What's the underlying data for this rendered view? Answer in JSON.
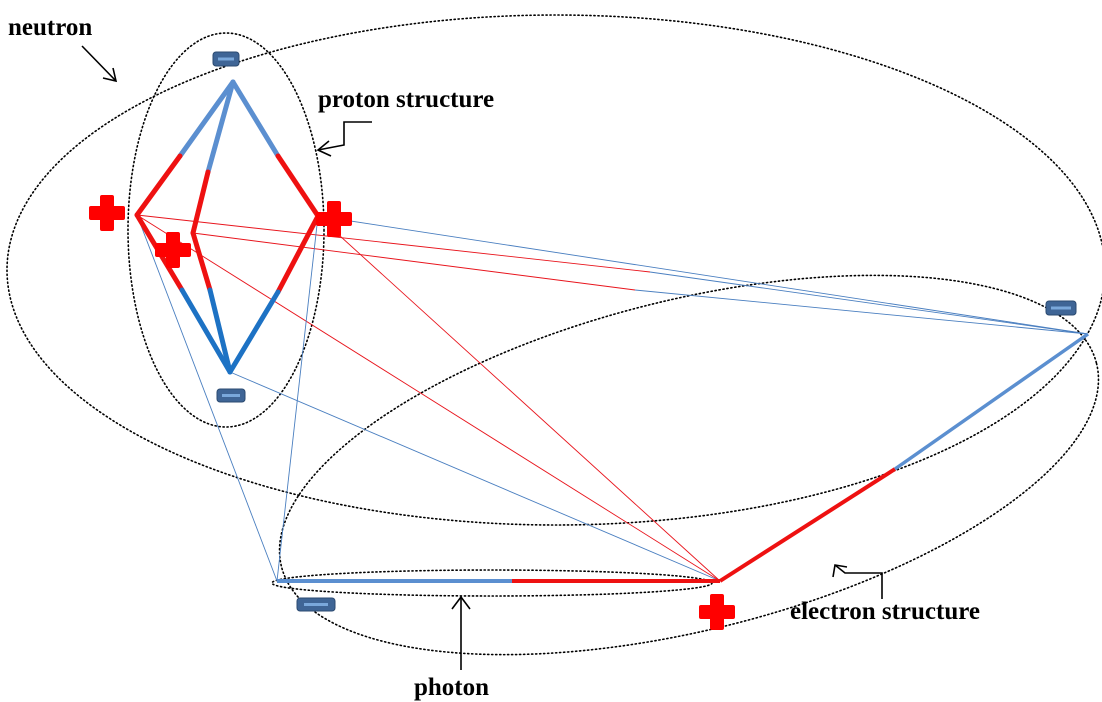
{
  "labels": {
    "neutron": "neutron",
    "proton_structure": "proton structure",
    "electron_structure": "electron structure",
    "photon": "photon"
  },
  "colors": {
    "positive": "#ff0000",
    "negative_badge_fill": "#3f6596",
    "negative_badge_border": "#2b4a70",
    "negative_badge_bar": "#7aa8db",
    "link_light_blue": "#5b8fd0",
    "link_blue": "#1d72c4",
    "link_red": "#ee1111",
    "thin_red": "#e8141c",
    "thin_blue": "#4a7fc0",
    "dotted_outline": "#000000"
  },
  "charges": {
    "positive_symbol": "plus",
    "negative_symbol": "minus-badge",
    "positive_count": 4,
    "negative_count": 4
  }
}
